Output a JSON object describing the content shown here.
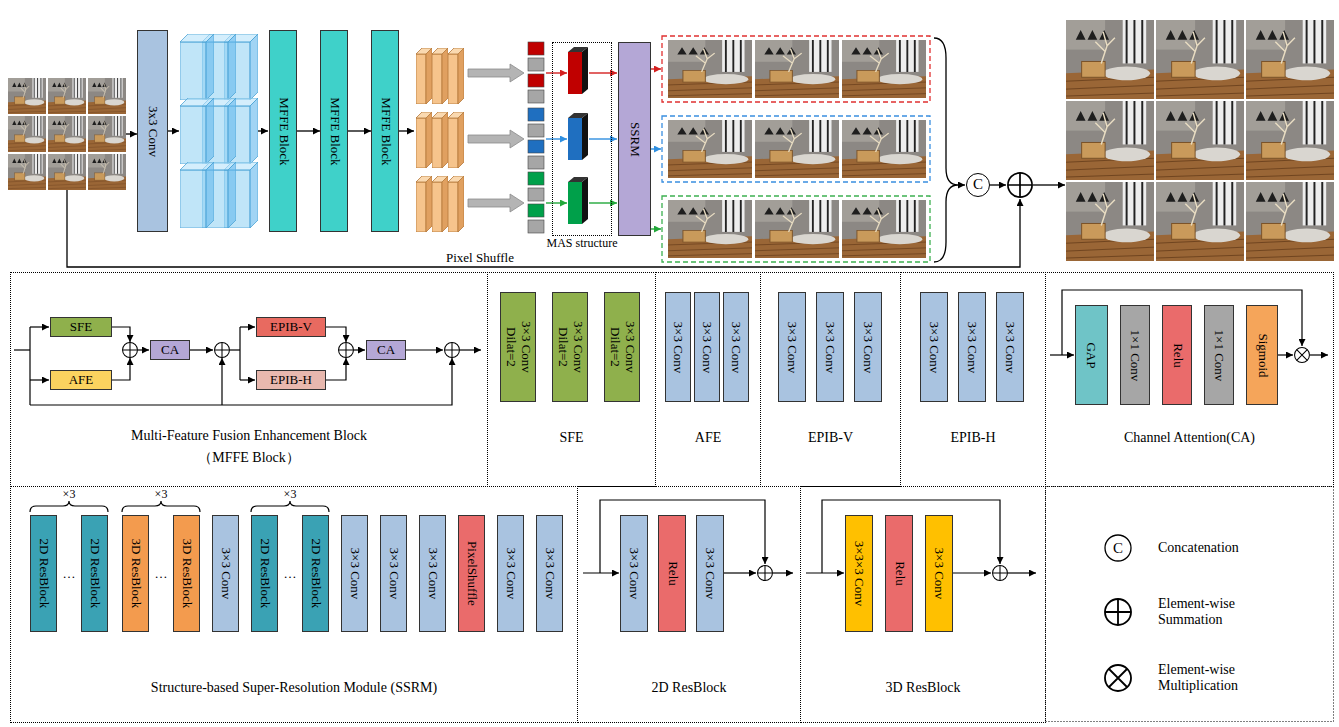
{
  "diagram": {
    "nodes": [
      {
        "text": [
          "3x3 Conv"
        ]
      },
      {
        "text": [
          "MFFE Block"
        ]
      },
      {
        "text": [
          "MFFE Block"
        ]
      },
      {
        "text": [
          "MFFE Block"
        ]
      },
      {
        "text": [
          "MAS structure"
        ]
      },
      {
        "text": [
          "SSRM"
        ]
      },
      {
        "text": [
          "C"
        ]
      },
      {
        "text": [
          "Multi-Feature Fusion Enhancement Block",
          "（MFFE Block）"
        ]
      },
      {
        "text": [
          "SFE"
        ],
        "in": 7
      },
      {
        "text": [
          "AFE"
        ],
        "in": 7
      },
      {
        "text": [
          "CA"
        ],
        "in": 7
      },
      {
        "text": [
          "EPIB-V"
        ],
        "in": 7
      },
      {
        "text": [
          "EPIB-H"
        ],
        "in": 7
      },
      {
        "text": [
          "CA"
        ],
        "in": 7
      },
      {
        "text": [
          "SFE"
        ]
      },
      {
        "text": [
          "3×3 Conv Dilat=2"
        ],
        "in": 14
      },
      {
        "text": [
          "3×3 Conv Dilat=2"
        ],
        "in": 14
      },
      {
        "text": [
          "3×3 Conv Dilat=2"
        ],
        "in": 14
      },
      {
        "text": [
          "AFE"
        ]
      },
      {
        "text": [
          "3×3 Conv"
        ],
        "in": 18
      },
      {
        "text": [
          "3×3 Conv"
        ],
        "in": 18
      },
      {
        "text": [
          "3×3 Conv"
        ],
        "in": 18
      },
      {
        "text": [
          "EPIB-V"
        ]
      },
      {
        "text": [
          "3×3 Conv"
        ],
        "in": 22
      },
      {
        "text": [
          "3×3 Conv"
        ],
        "in": 22
      },
      {
        "text": [
          "3×3 Conv"
        ],
        "in": 22
      },
      {
        "text": [
          "EPIB-H"
        ]
      },
      {
        "text": [
          "3×3 Conv"
        ],
        "in": 26
      },
      {
        "text": [
          "3×3 Conv"
        ],
        "in": 26
      },
      {
        "text": [
          "3×3 Conv"
        ],
        "in": 26
      },
      {
        "text": [
          "Channel Attention(CA)"
        ]
      },
      {
        "text": [
          "GAP"
        ],
        "in": 30
      },
      {
        "text": [
          "1×1 Conv"
        ],
        "in": 30
      },
      {
        "text": [
          "Relu"
        ],
        "in": 30
      },
      {
        "text": [
          "1×1 Conv"
        ],
        "in": 30
      },
      {
        "text": [
          "Sigmoid"
        ],
        "in": 30
      },
      {
        "text": [
          "Structure-based Super-Resolution Module (SSRM)"
        ]
      },
      {
        "text": [
          "2D ResBlock"
        ],
        "in": 36
      },
      {
        "text": [
          "2D ResBlock"
        ],
        "in": 36
      },
      {
        "text": [
          "3D ResBlock"
        ],
        "in": 36
      },
      {
        "text": [
          "3D ResBlock"
        ],
        "in": 36
      },
      {
        "text": [
          "3×3 Conv"
        ],
        "in": 36
      },
      {
        "text": [
          "2D ResBlock"
        ],
        "in": 36
      },
      {
        "text": [
          "2D ResBlock"
        ],
        "in": 36
      },
      {
        "text": [
          "3×3 Conv"
        ],
        "in": 36
      },
      {
        "text": [
          "3×3 Conv"
        ],
        "in": 36
      },
      {
        "text": [
          "3×3 Conv"
        ],
        "in": 36
      },
      {
        "text": [
          "PixelShuffle"
        ],
        "in": 36
      },
      {
        "text": [
          "3×3 Conv"
        ],
        "in": 36
      },
      {
        "text": [
          "3×3 Conv"
        ],
        "in": 36
      },
      {
        "text": [
          "2D ResBlock"
        ]
      },
      {
        "text": [
          "3×3 Conv"
        ],
        "in": 50
      },
      {
        "text": [
          "Relu"
        ],
        "in": 50
      },
      {
        "text": [
          "3×3 Conv"
        ],
        "in": 50
      },
      {
        "text": [
          "3D ResBlock"
        ]
      },
      {
        "text": [
          "3×3×3 Conv"
        ],
        "in": 54
      },
      {
        "text": [
          "Relu"
        ],
        "in": 54
      },
      {
        "text": [
          "3×3 Conv"
        ],
        "in": 54
      }
    ],
    "edges": [
      {
        "from": 1,
        "to": 2,
        "arrow": "to"
      },
      {
        "from": 2,
        "to": 3,
        "arrow": "to"
      }
    ],
    "labels": [
      "Pixel Shuffle",
      "×3",
      "×3",
      "×3",
      "…",
      "…",
      "…",
      "C"
    ],
    "legend": [
      {
        "text": "Concatenation"
      },
      {
        "text": "Element-wise Summation"
      },
      {
        "text": "Element-wise Multiplication"
      }
    ]
  }
}
